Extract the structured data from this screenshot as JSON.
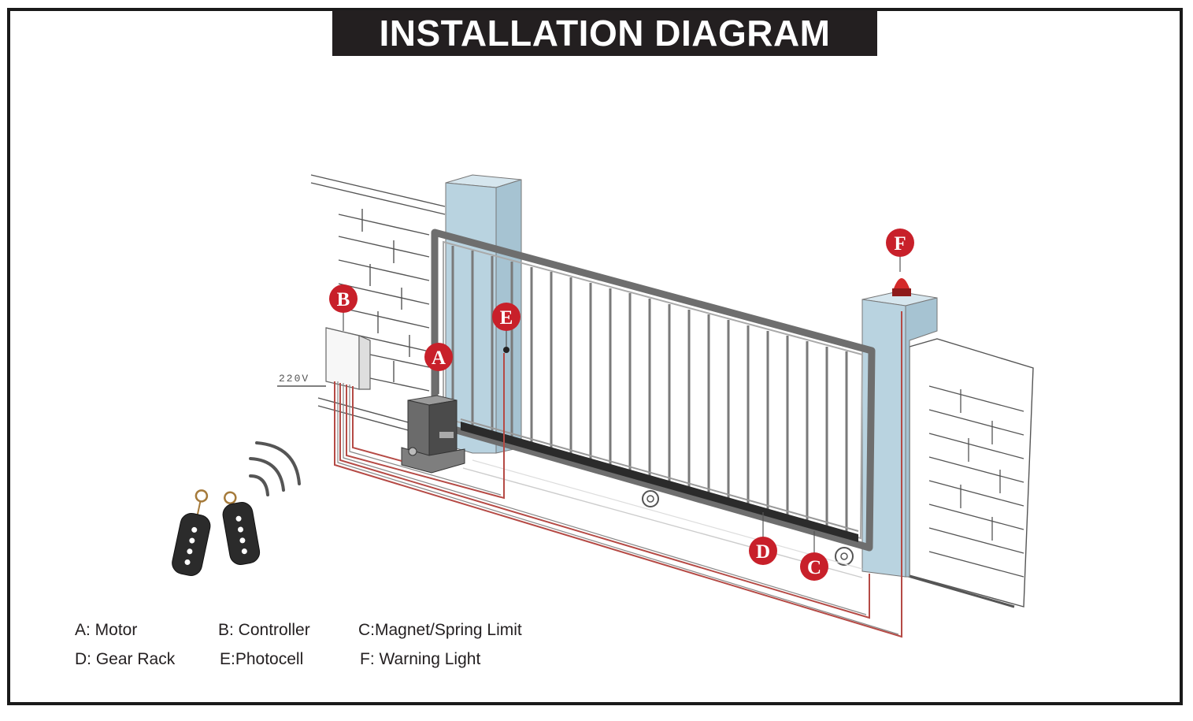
{
  "title": "INSTALLATION DIAGRAM",
  "voltage_label": "220V",
  "colors": {
    "title_bg": "#231f20",
    "marker_red": "#c8202a",
    "wire_red": "#b54a45",
    "pillar_blue": "#b9d3e0",
    "gate_gray": "#7a7a7a"
  },
  "markers": {
    "a": "A",
    "b": "B",
    "c": "C",
    "d": "D",
    "e": "E",
    "f": "F"
  },
  "legend": [
    {
      "key": "a",
      "text": "A: Motor"
    },
    {
      "key": "b",
      "text": "B: Controller"
    },
    {
      "key": "c",
      "text": "C:Magnet/Spring Limit"
    },
    {
      "key": "d",
      "text": "D: Gear Rack"
    },
    {
      "key": "e",
      "text": "E:Photocell"
    },
    {
      "key": "f",
      "text": "F: Warning Light"
    }
  ],
  "icons": [
    "remote-control-icon",
    "wireless-signal-icon",
    "warning-light-icon"
  ]
}
